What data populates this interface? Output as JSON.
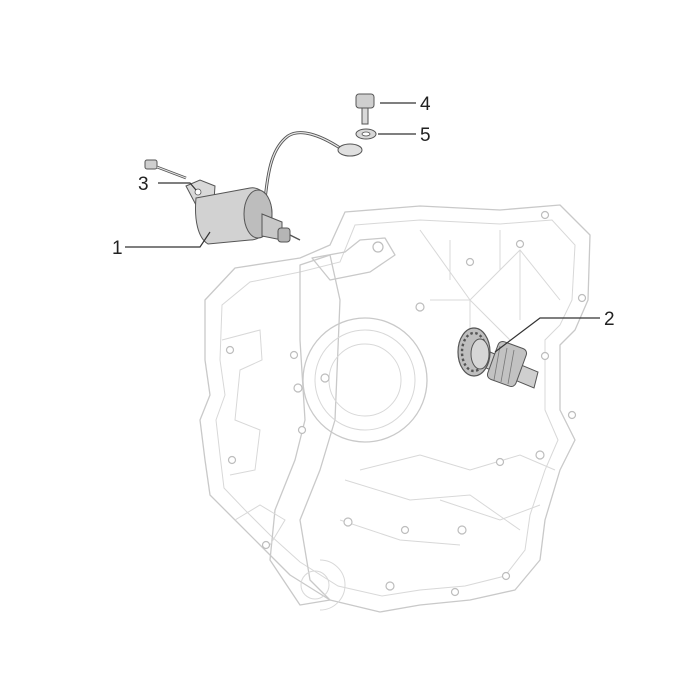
{
  "diagram": {
    "callouts": [
      {
        "id": "1",
        "label": "1"
      },
      {
        "id": "2",
        "label": "2"
      },
      {
        "id": "3",
        "label": "3"
      },
      {
        "id": "4",
        "label": "4"
      },
      {
        "id": "5",
        "label": "5"
      }
    ],
    "colors": {
      "casing_outline": "#c9c9c9",
      "part_fill": "#dddddd",
      "part_stroke": "#555555",
      "callout_text": "#222222"
    }
  }
}
